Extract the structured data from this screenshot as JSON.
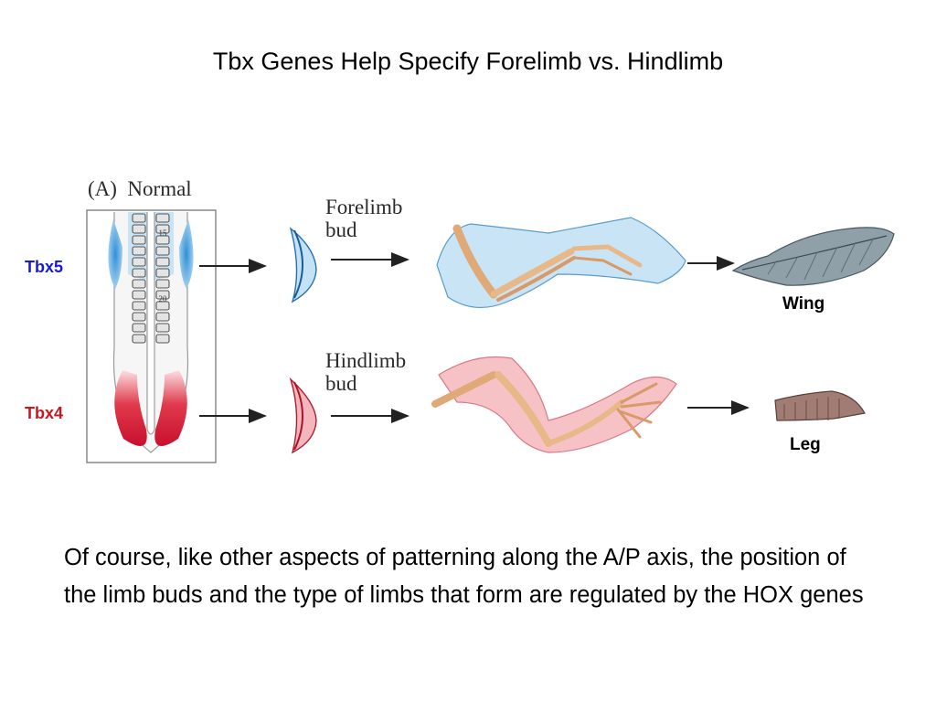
{
  "title": "Tbx Genes Help Specify Forelimb vs. Hindlimb",
  "panel_label": "(A)  Normal",
  "genes": {
    "tbx5": "Tbx5",
    "tbx4": "Tbx4"
  },
  "somite_labels": {
    "s15": "15",
    "s20": "20"
  },
  "forelimb_bud": {
    "line1": "Forelimb",
    "line2": "bud"
  },
  "hindlimb_bud": {
    "line1": "Hindlimb",
    "line2": "bud"
  },
  "results": {
    "wing": "Wing",
    "leg": "Leg"
  },
  "caption": "Of course, like other aspects of patterning along the A/P axis, the position of the limb buds and the type of limbs that form are regulated by the HOX genes",
  "colors": {
    "tbx5": "#1a1ad0",
    "tbx4": "#d0141e",
    "forelimb_region": "#3a9ad6",
    "hindlimb_region": "#d8263a",
    "bone": "#e8b888"
  }
}
